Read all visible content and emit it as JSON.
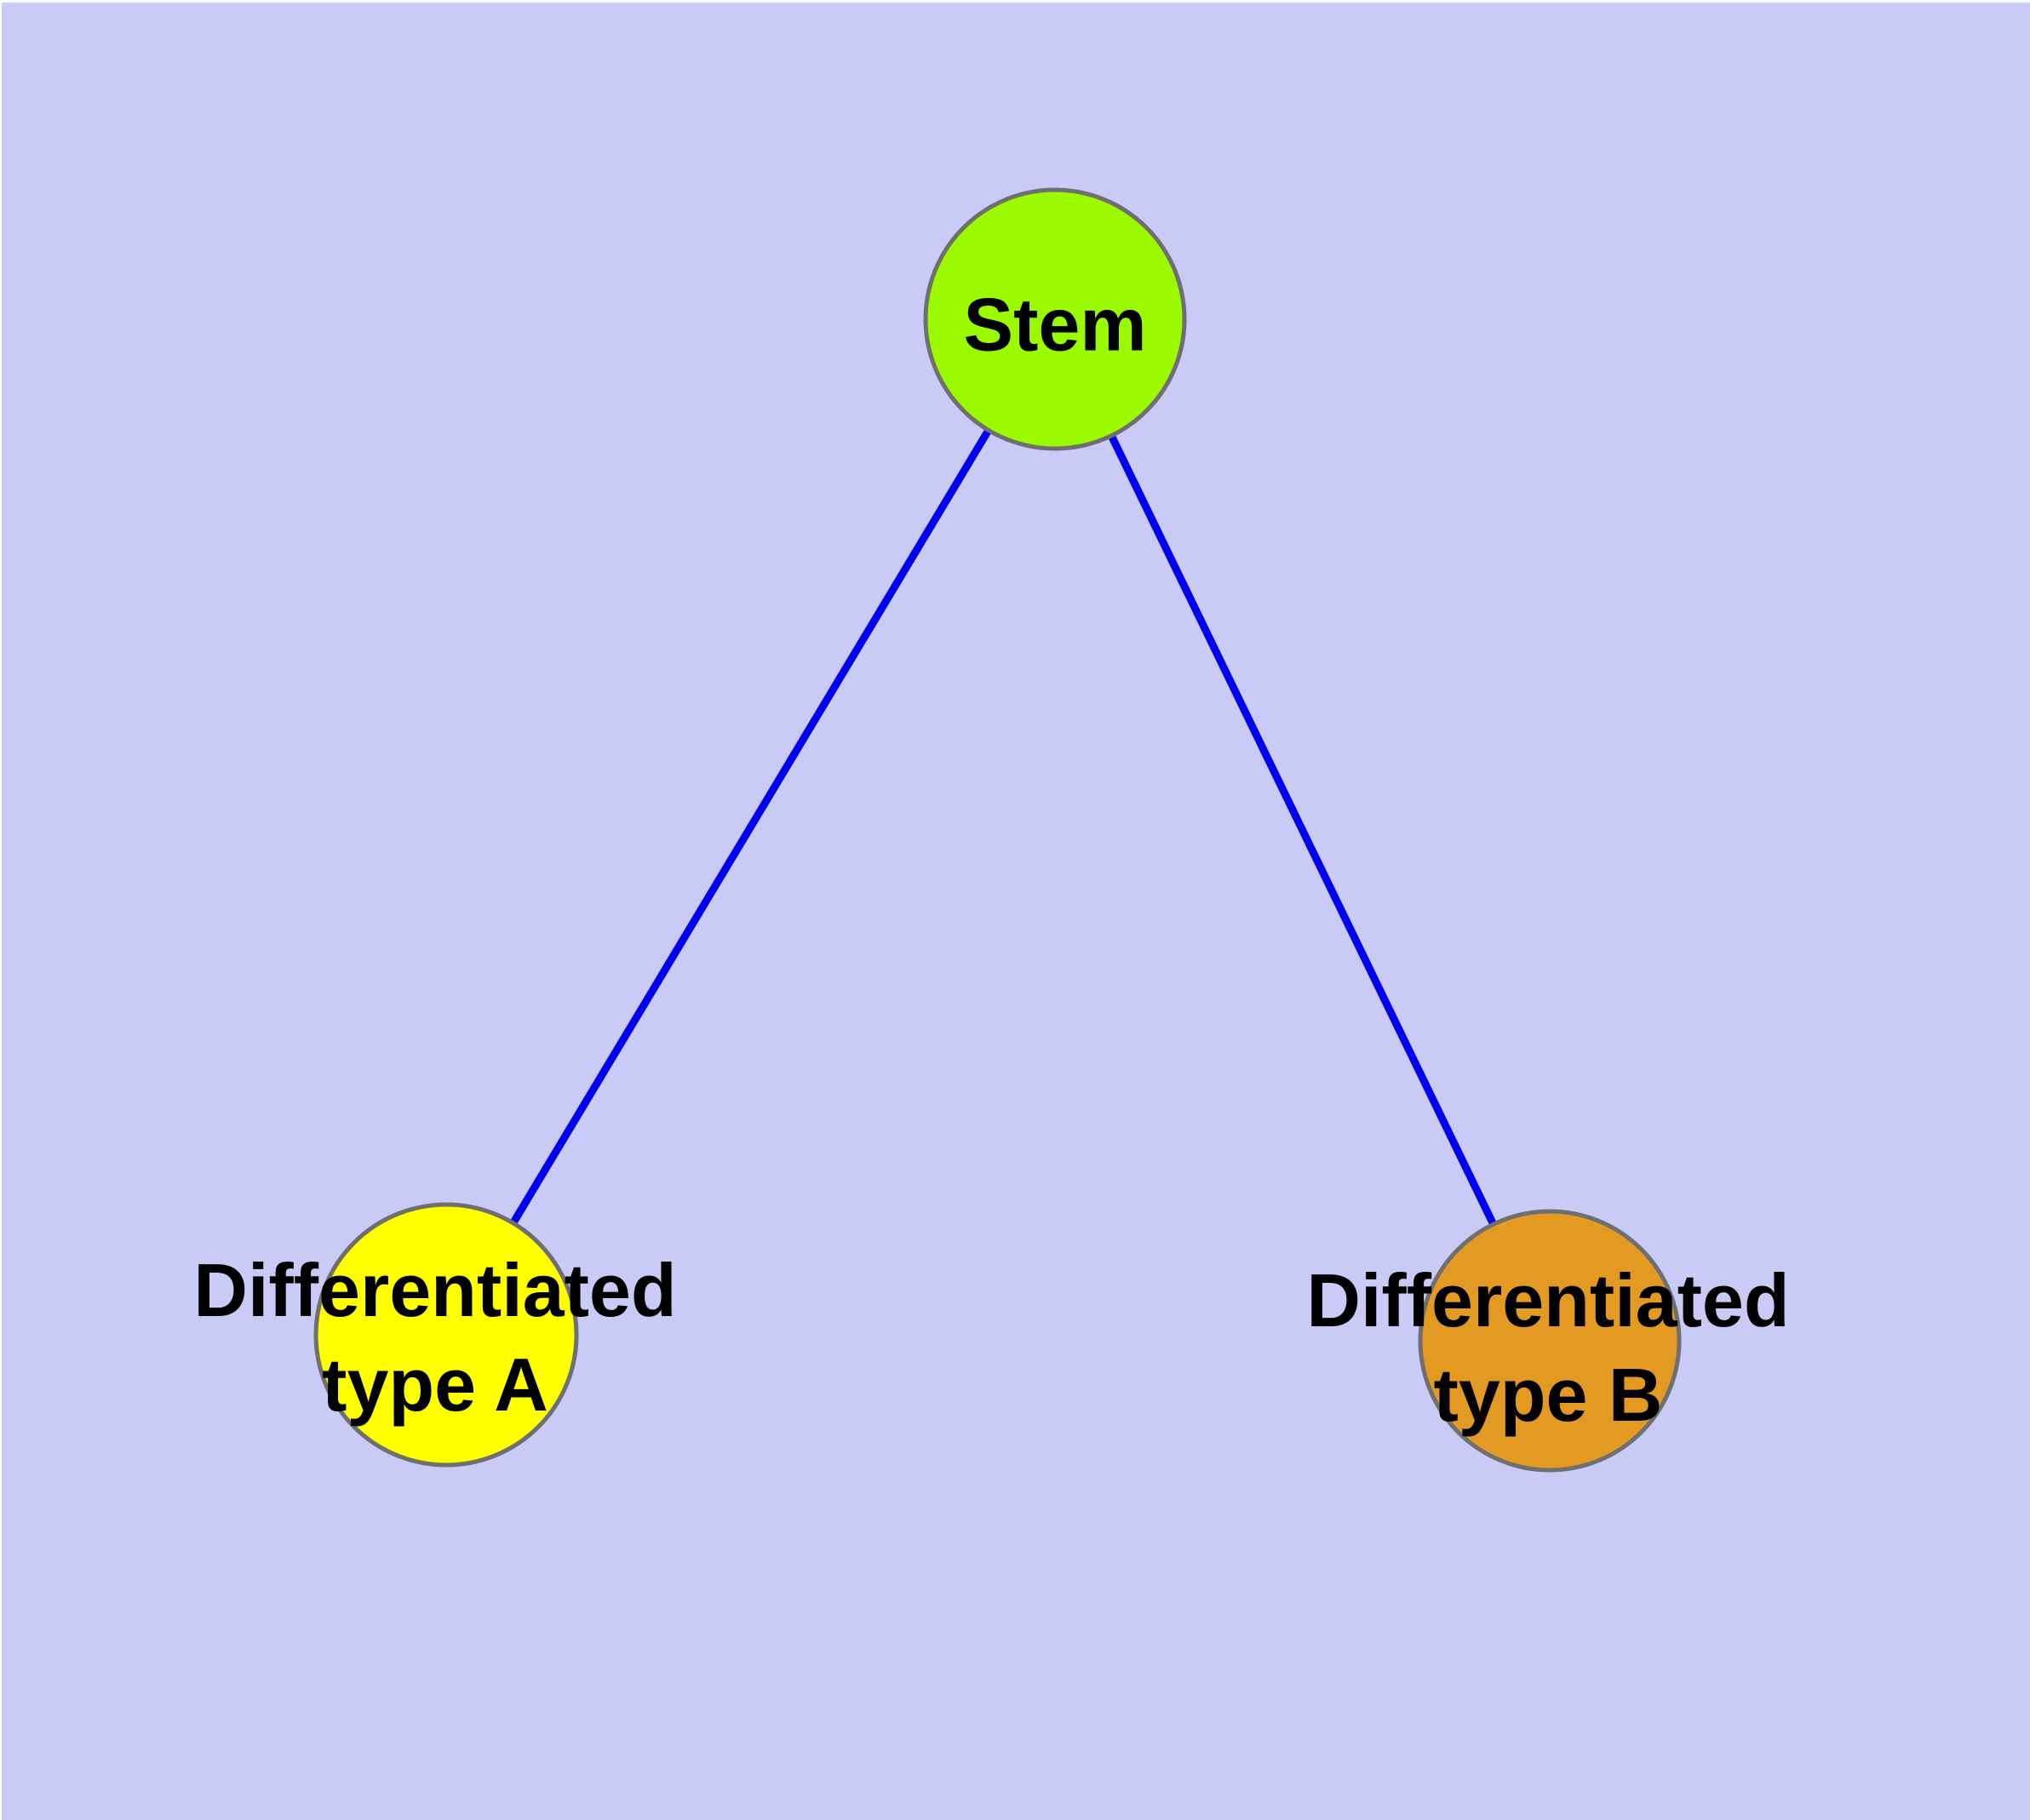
{
  "diagram": {
    "type": "graph",
    "background_color": "#CACAF6",
    "page_border_color": "#FFFFFF",
    "edge_color": "#0000F0",
    "node_border_color": "#6F6F6F",
    "label_color": "#000000",
    "nodes": [
      {
        "id": "stem",
        "label": "Stem",
        "label_lines": [
          "Stem"
        ],
        "fill": "#9BFA00"
      },
      {
        "id": "differentiated-type-a",
        "label": "Differentiated type A",
        "label_lines": [
          "Differentiated",
          "type A"
        ],
        "fill": "#FFFF00"
      },
      {
        "id": "differentiated-type-b",
        "label": "Differentiated type B",
        "label_lines": [
          "Differentiated",
          "type B"
        ],
        "fill": "#E29A22"
      }
    ],
    "edges": [
      {
        "from": "stem",
        "to": "differentiated-type-a"
      },
      {
        "from": "stem",
        "to": "differentiated-type-b"
      }
    ]
  }
}
